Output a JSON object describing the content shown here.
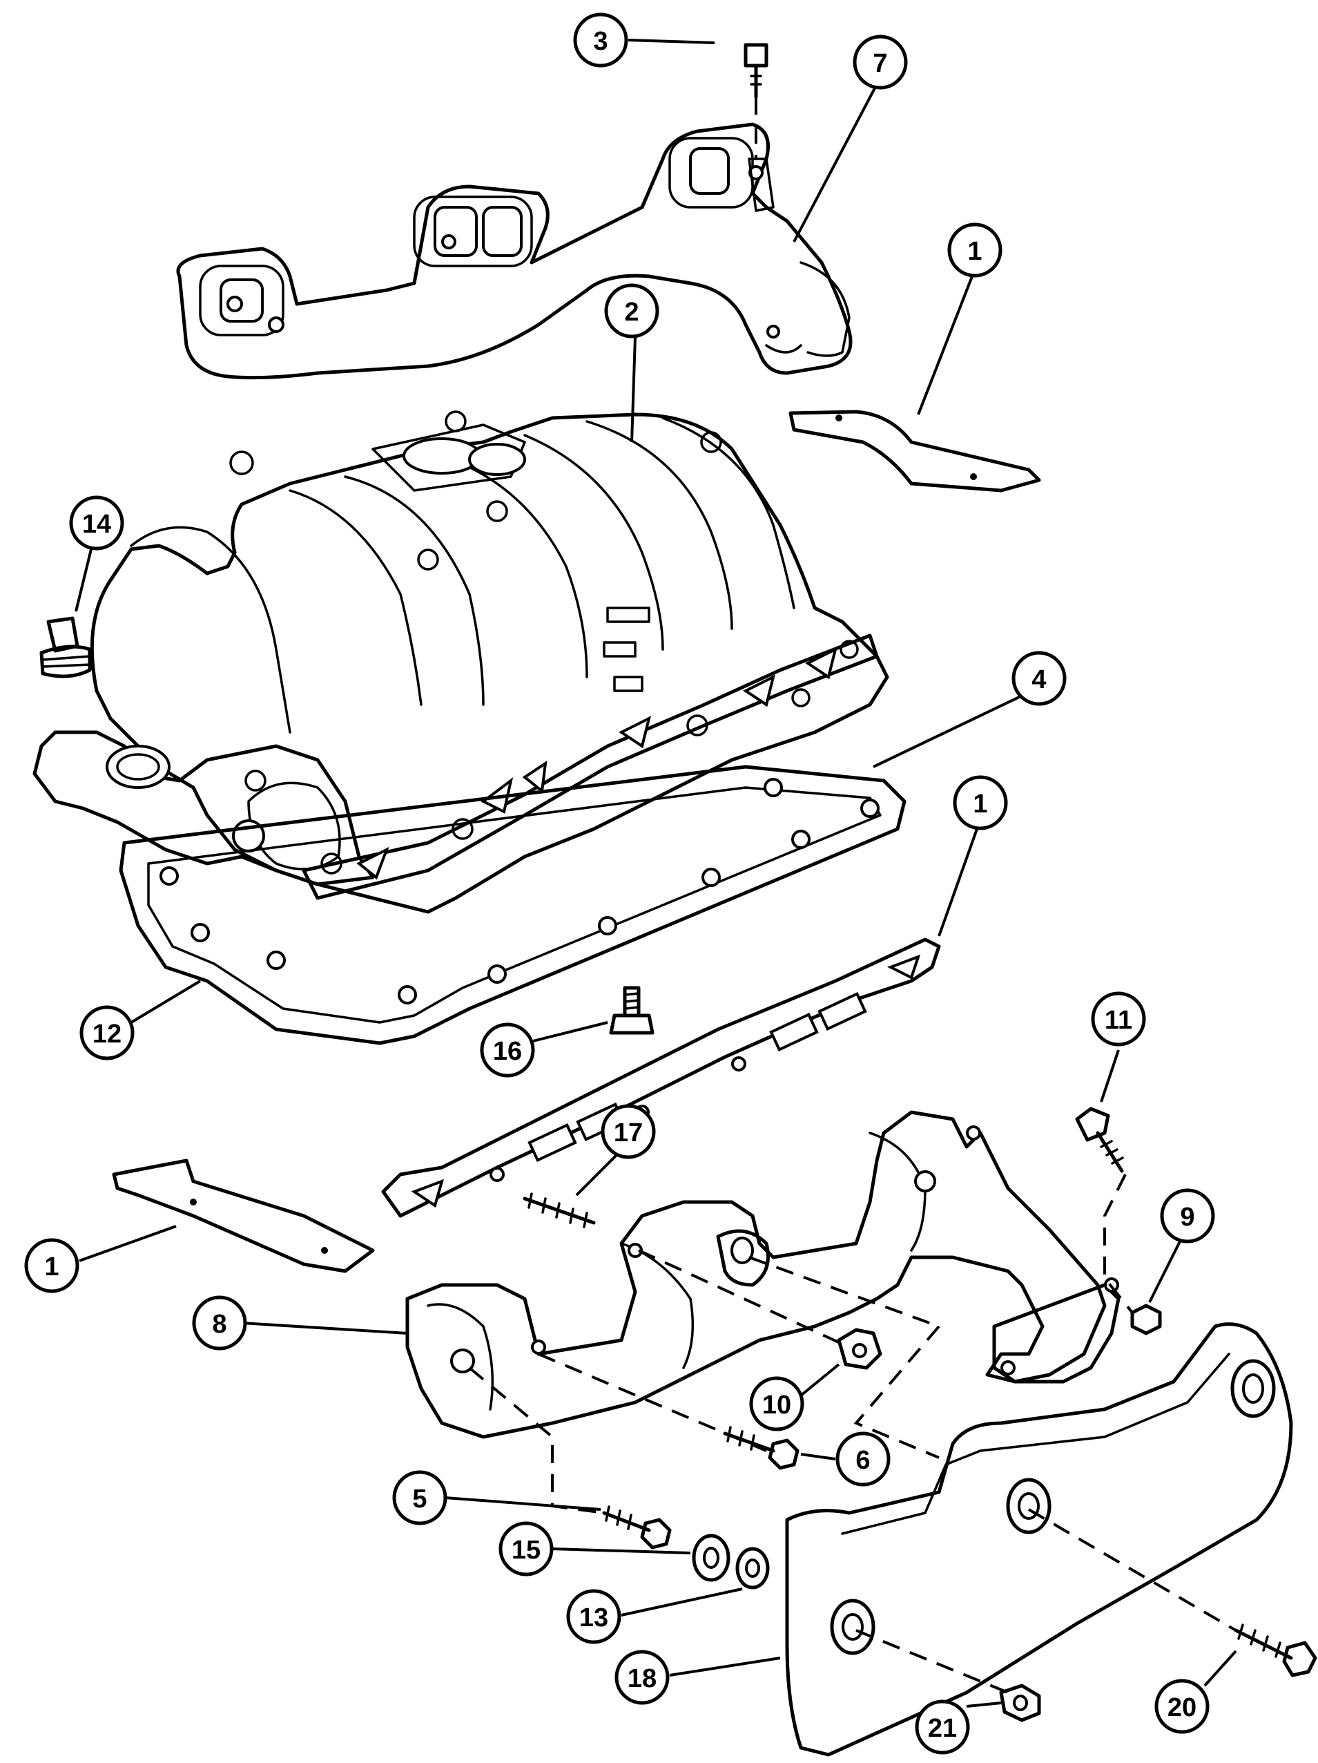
{
  "callouts": {
    "c1a": "1",
    "c1b": "1",
    "c1c": "1",
    "c2": "2",
    "c3": "3",
    "c4": "4",
    "c5": "5",
    "c6": "6",
    "c7": "7",
    "c8": "8",
    "c9": "9",
    "c10": "10",
    "c11": "11",
    "c12": "12",
    "c13": "13",
    "c14": "14",
    "c15": "15",
    "c16": "16",
    "c17": "17",
    "c18": "18",
    "c20": "20",
    "c21": "21"
  }
}
